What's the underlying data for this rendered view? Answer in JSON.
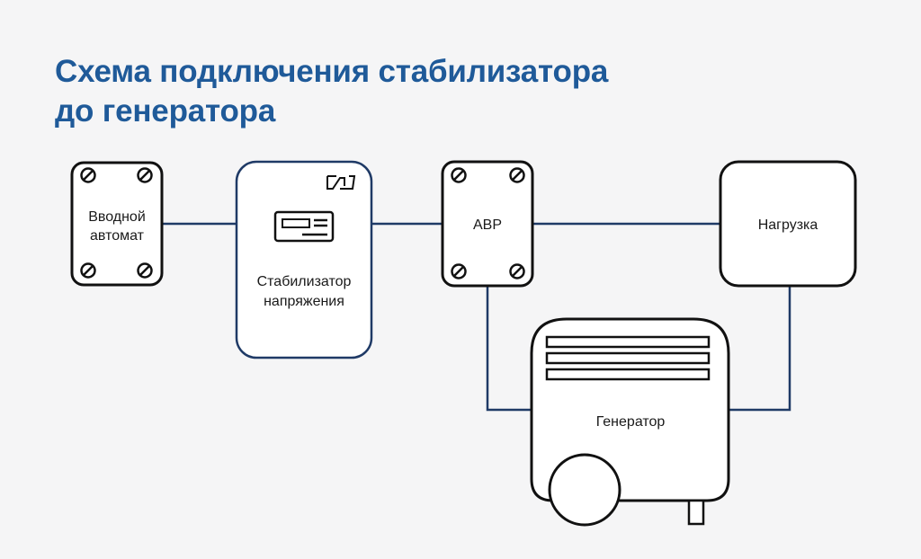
{
  "title": {
    "line1": "Схема подключения стабилизатора",
    "line2": "до генератора"
  },
  "nodes": {
    "breaker": {
      "line1": "Вводной",
      "line2": "автомат"
    },
    "stabilizer": {
      "line1": "Стабилизатор",
      "line2": "напряжения"
    },
    "ats": {
      "label": "АВР"
    },
    "load": {
      "label": "Нагрузка"
    },
    "generator": {
      "label": "Генератор"
    }
  },
  "colors": {
    "title": "#1f5a99",
    "wire": "#1f3a66",
    "outline": "#111111",
    "background": "#f5f5f6"
  }
}
